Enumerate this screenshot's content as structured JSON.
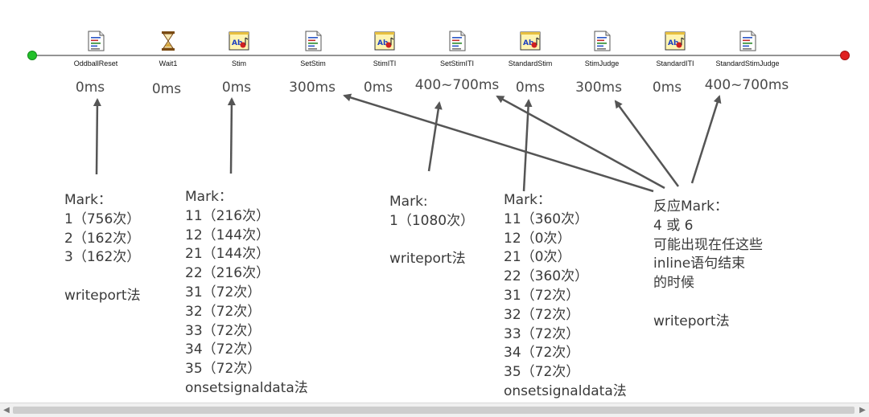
{
  "timeline": {
    "nodes": [
      {
        "id": "n1",
        "label": "OddballReset",
        "icon": "inline-script-icon",
        "duration": "0ms"
      },
      {
        "id": "n2",
        "label": "Wait1",
        "icon": "wait-hourglass-icon",
        "duration": "0ms"
      },
      {
        "id": "n3",
        "label": "Stim",
        "icon": "slide-stimulus-icon",
        "duration": "0ms"
      },
      {
        "id": "n4",
        "label": "SetStim",
        "icon": "inline-script-icon",
        "duration": "300ms"
      },
      {
        "id": "n5",
        "label": "StimITI",
        "icon": "slide-stimulus-icon",
        "duration": "0ms"
      },
      {
        "id": "n6",
        "label": "SetStimITI",
        "icon": "inline-script-icon",
        "duration": "400~700ms"
      },
      {
        "id": "n7",
        "label": "StandardStim",
        "icon": "slide-stimulus-icon",
        "duration": "0ms"
      },
      {
        "id": "n8",
        "label": "StimJudge",
        "icon": "inline-script-icon",
        "duration": "300ms"
      },
      {
        "id": "n9",
        "label": "StandardITI",
        "icon": "slide-stimulus-icon",
        "duration": "0ms"
      },
      {
        "id": "n10",
        "label": "StandardStimJudge",
        "icon": "inline-script-icon",
        "duration": "400~700ms"
      }
    ],
    "colors": {
      "start": "#22c02a",
      "end": "#e02020",
      "line": "#555555",
      "arrow": "#555555"
    }
  },
  "notes": {
    "oddball": {
      "lines": [
        "Mark：",
        "1（756次）",
        "2（162次）",
        "3（162次）",
        "",
        "writeport法"
      ]
    },
    "stim": {
      "lines": [
        "Mark：",
        "11（216次）",
        "12（144次）",
        "21（144次）",
        "22（216次）",
        "31（72次）",
        "32（72次）",
        "33（72次）",
        "34（72次）",
        "35（72次）",
        "onsetsignaldata法"
      ]
    },
    "iti": {
      "lines": [
        "Mark:",
        "1（1080次）",
        "",
        "writeport法"
      ]
    },
    "standard": {
      "lines": [
        "Mark：",
        "11（360次）",
        "12（0次）",
        "21（0次）",
        "22（360次）",
        "31（72次）",
        "32（72次）",
        "33（72次）",
        "34（72次）",
        "35（72次）",
        "onsetsignaldata法"
      ]
    },
    "response": {
      "lines": [
        "反应Mark：",
        "4 或 6",
        "可能出现在任这些",
        "inline语句结束",
        "的时候",
        "",
        "writeport法"
      ]
    }
  }
}
